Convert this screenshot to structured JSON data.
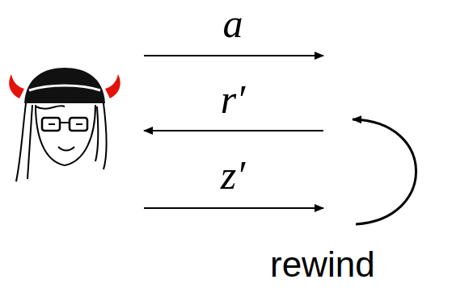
{
  "diagram": {
    "labels": [
      "a",
      "r′",
      "z′",
      "rewind"
    ]
  }
}
